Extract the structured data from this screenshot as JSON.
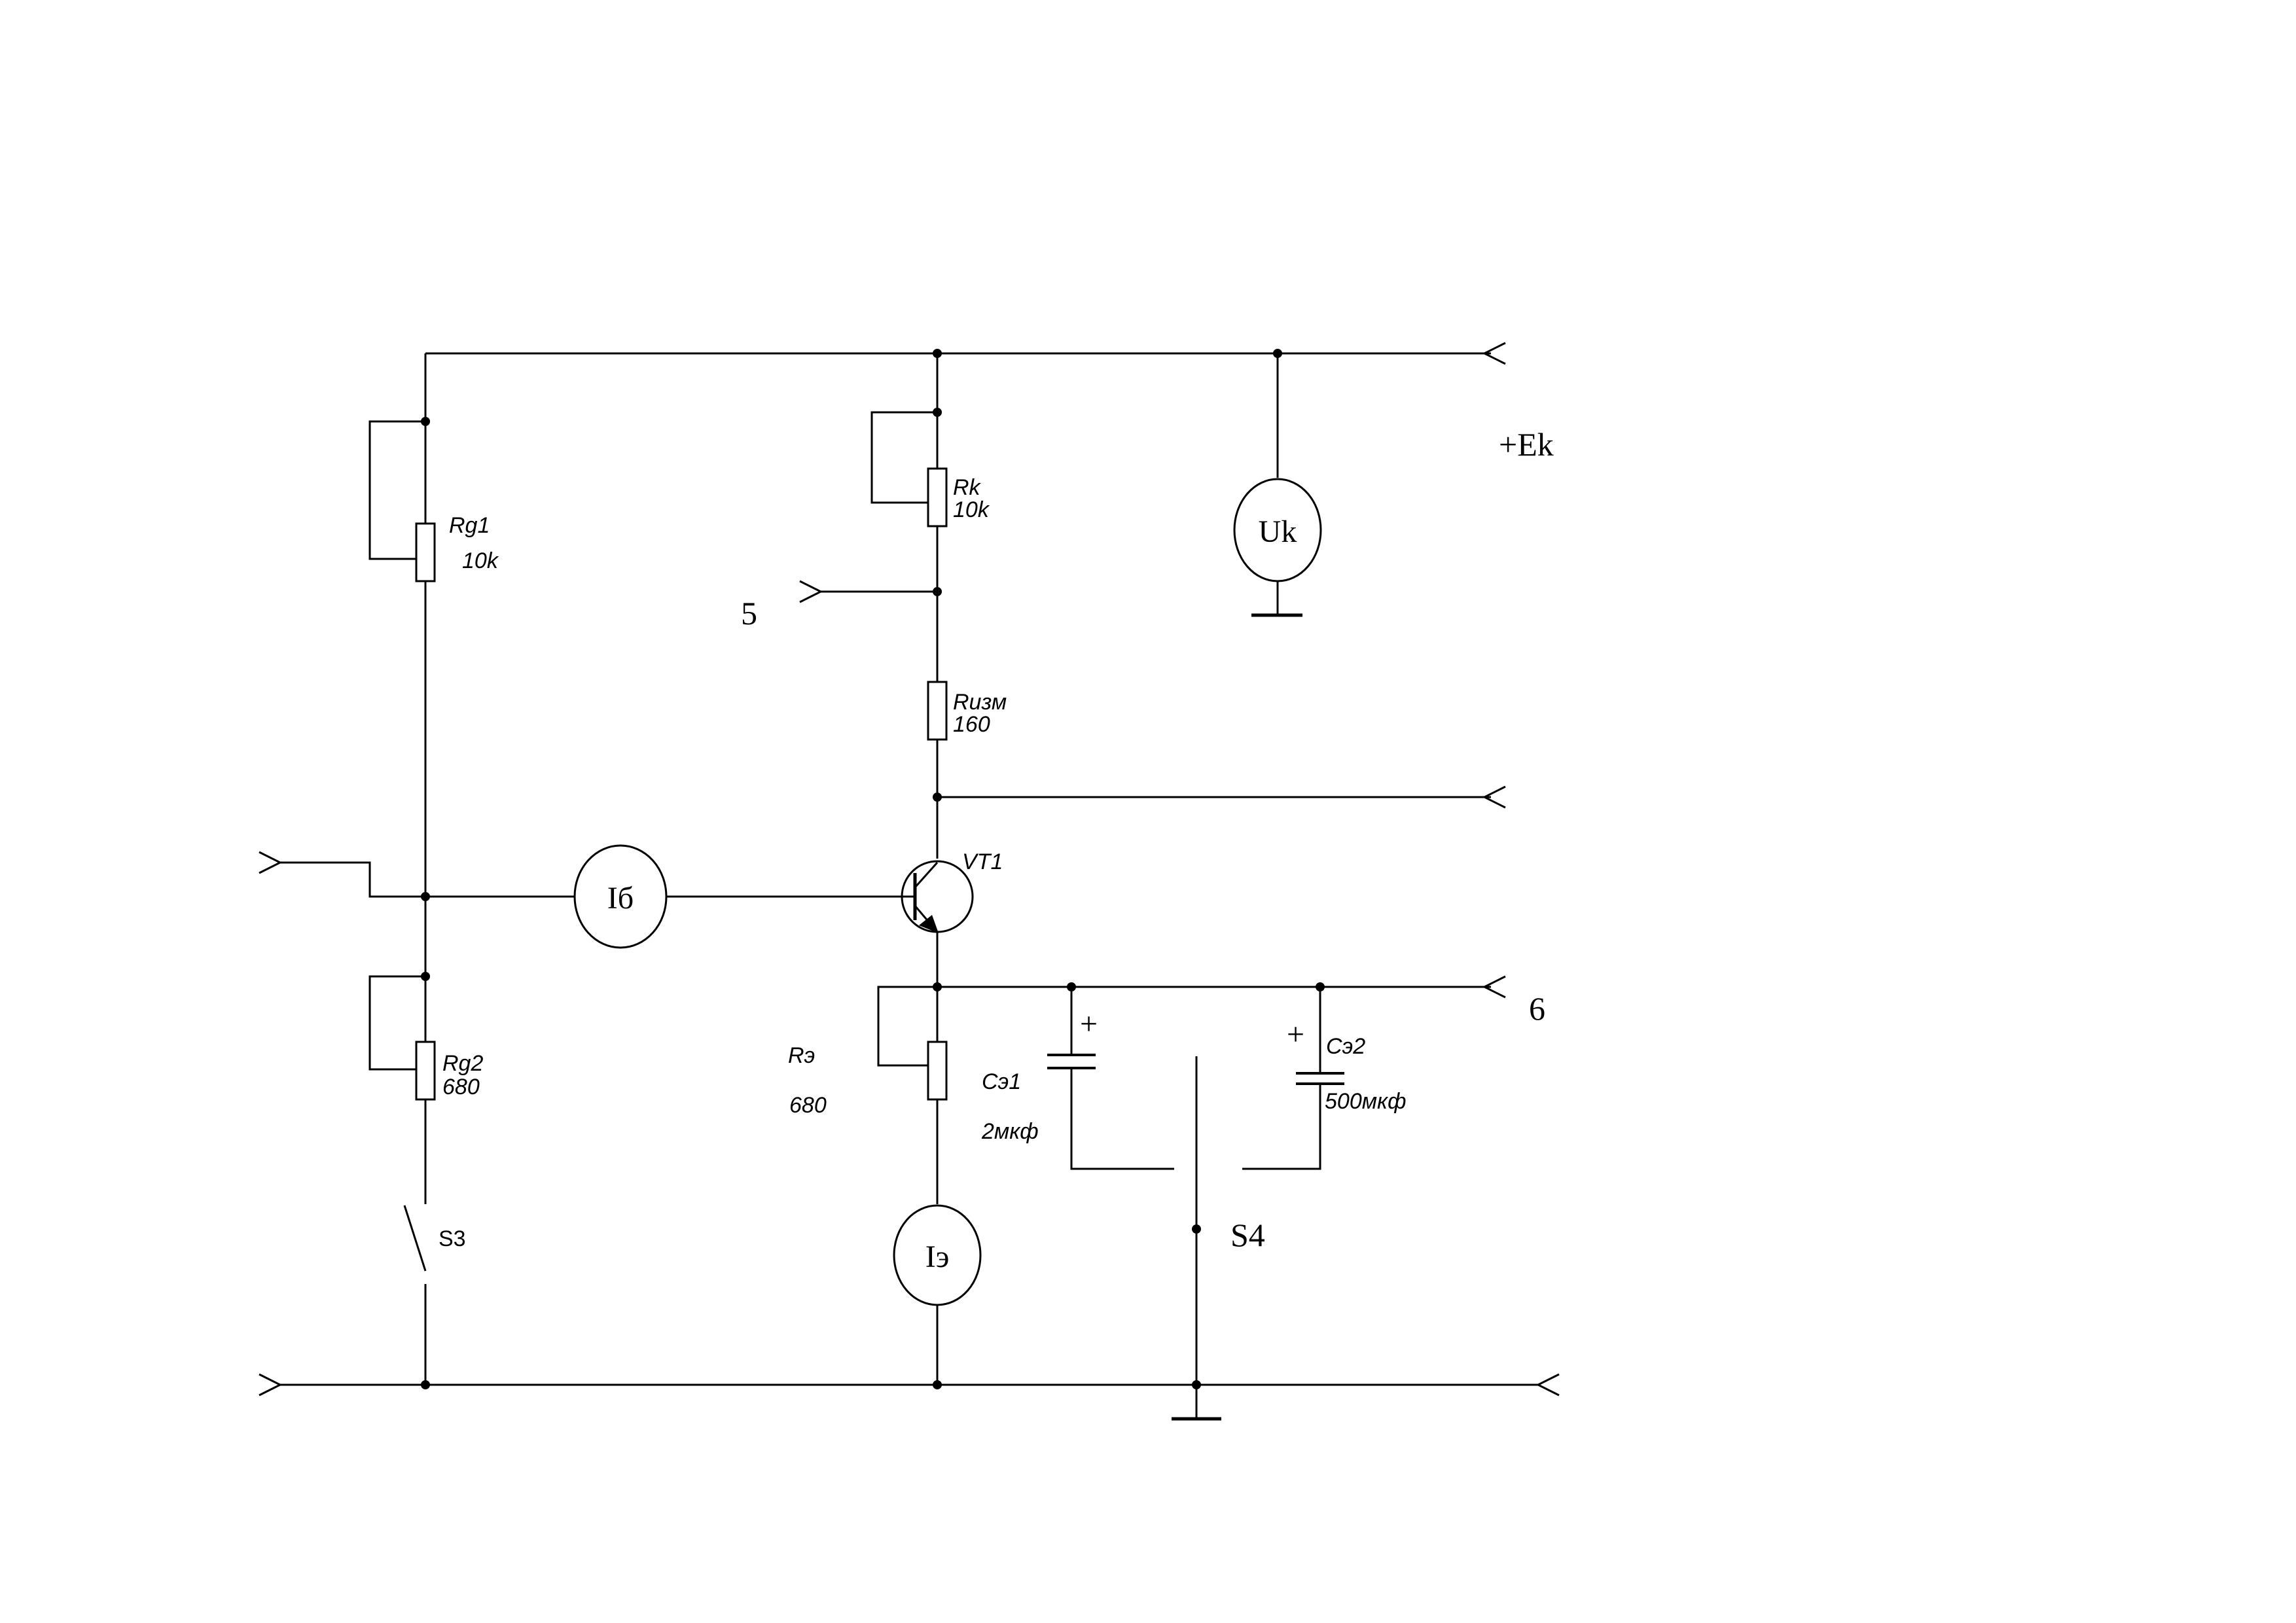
{
  "components": {
    "rg1": {
      "name": "Rg1",
      "value": "10k"
    },
    "rk": {
      "name": "Rk",
      "value": "10k"
    },
    "rizm": {
      "name": "Rизм",
      "value": "160"
    },
    "rg2": {
      "name": "Rg2",
      "value": "680"
    },
    "re": {
      "name": "Rэ",
      "value": "680"
    },
    "ce1": {
      "name": "Cэ1",
      "value": "2мкф"
    },
    "ce2": {
      "name": "Cэ2",
      "value": "500мкф"
    },
    "vt1": {
      "name": "VT1"
    },
    "s3": {
      "name": "S3"
    },
    "s4": {
      "name": "S4"
    }
  },
  "meters": {
    "uk": "Uk",
    "ib": "Iб",
    "ie": "Iэ"
  },
  "terminals": {
    "ek": "+Ek",
    "t5": "5",
    "t6": "6"
  },
  "polarity": {
    "plus": "+"
  }
}
